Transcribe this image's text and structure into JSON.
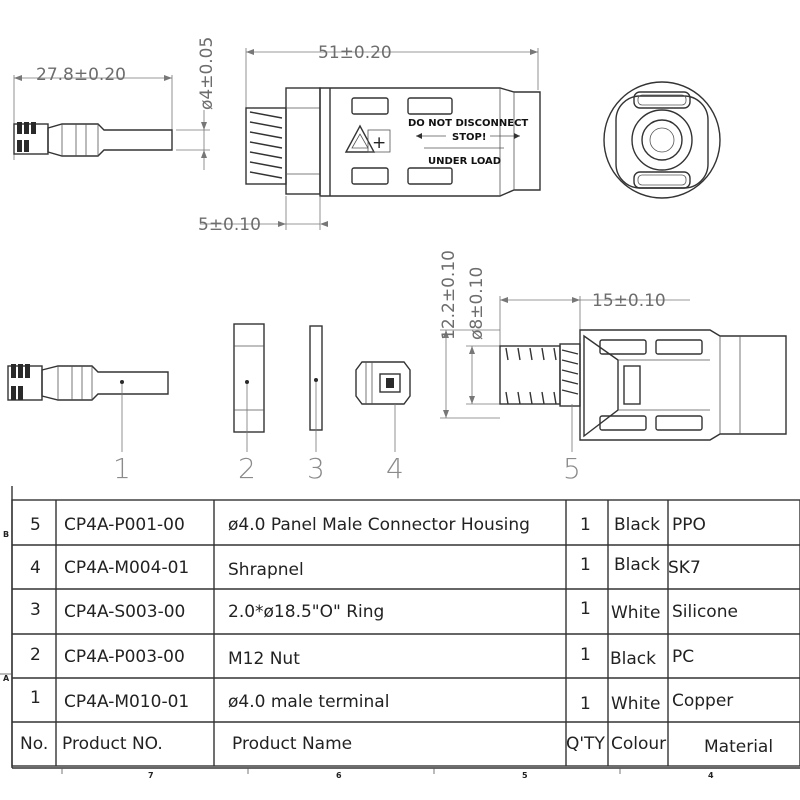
{
  "dimensions": {
    "terminal_length": "27.8±0.20",
    "terminal_diameter": "ø4±0.05",
    "housing_length": "51±0.20",
    "nut_width": "5±0.10",
    "thread_outer": "12.2±0.10",
    "thread_inner": "ø8±0.10",
    "thread_length": "15±0.10"
  },
  "warning": {
    "line1": "DO NOT DISCONNECT",
    "line2": "STOP!",
    "line3": "UNDER LOAD",
    "symbol": "+"
  },
  "callouts": [
    "1",
    "2",
    "3",
    "4",
    "5"
  ],
  "table": {
    "headers": [
      "No.",
      "Product NO.",
      "Product Name",
      "Q'TY",
      "Colour",
      "Material"
    ],
    "rows": [
      [
        "5",
        "CP4A-P001-00",
        "ø4.0 Panel Male Connector Housing",
        "1",
        "Black",
        "PPO"
      ],
      [
        "4",
        "CP4A-M004-01",
        "Shrapnel",
        "1",
        "Black",
        "SK7"
      ],
      [
        "3",
        "CP4A-S003-00",
        "2.0*ø18.5\"O\" Ring",
        "1",
        "White",
        "Silicone"
      ],
      [
        "2",
        "CP4A-P003-00",
        "M12 Nut",
        "1",
        "Black",
        "PC"
      ],
      [
        "1",
        "CP4A-M010-01",
        "ø4.0 male terminal",
        "1",
        "White",
        "Copper"
      ]
    ]
  },
  "frame": {
    "zone_letters": [
      "B",
      "A"
    ],
    "zone_numbers": [
      "7",
      "6",
      "5",
      "4"
    ]
  }
}
